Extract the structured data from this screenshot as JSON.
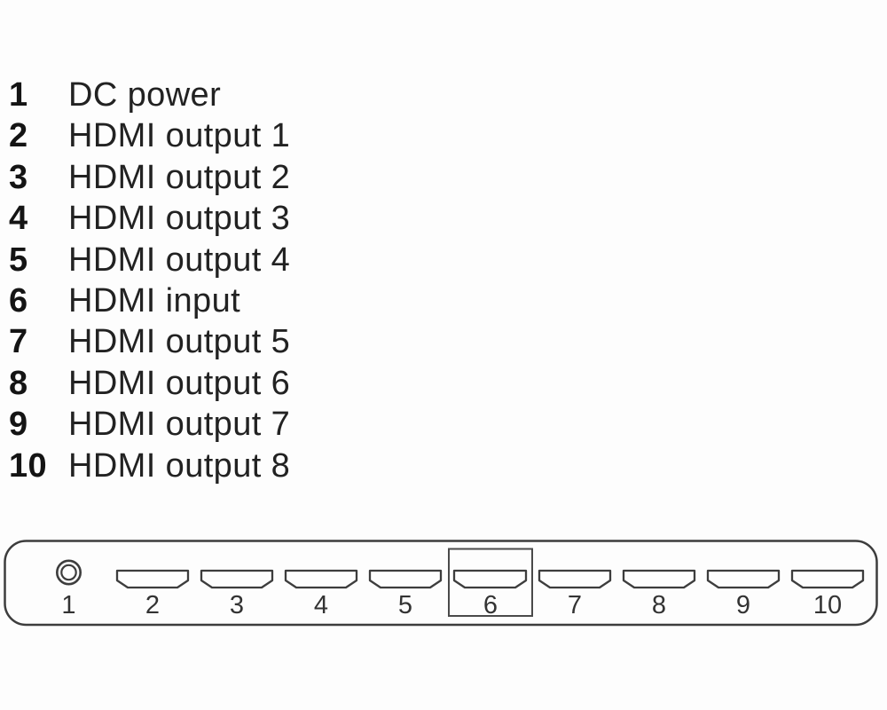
{
  "legend": {
    "items": [
      {
        "num": "1",
        "label": "DC power"
      },
      {
        "num": "2",
        "label": "HDMI output 1"
      },
      {
        "num": "3",
        "label": "HDMI output 2"
      },
      {
        "num": "4",
        "label": "HDMI output 3"
      },
      {
        "num": "5",
        "label": "HDMI output 4"
      },
      {
        "num": "6",
        "label": "HDMI input"
      },
      {
        "num": "7",
        "label": "HDMI output 5"
      },
      {
        "num": "8",
        "label": "HDMI output 6"
      },
      {
        "num": "9",
        "label": "HDMI output 7"
      },
      {
        "num": "10",
        "label": "HDMI output 8"
      }
    ]
  },
  "panel": {
    "ports": [
      {
        "number": "1",
        "type": "dc-power-jack"
      },
      {
        "number": "2",
        "type": "hdmi-output"
      },
      {
        "number": "3",
        "type": "hdmi-output"
      },
      {
        "number": "4",
        "type": "hdmi-output"
      },
      {
        "number": "5",
        "type": "hdmi-output"
      },
      {
        "number": "6",
        "type": "hdmi-input",
        "highlighted": true
      },
      {
        "number": "7",
        "type": "hdmi-output"
      },
      {
        "number": "8",
        "type": "hdmi-output"
      },
      {
        "number": "9",
        "type": "hdmi-output"
      },
      {
        "number": "10",
        "type": "hdmi-output"
      }
    ]
  },
  "colors": {
    "background": "#fdfdfd",
    "text": "#1f1f1f",
    "line": "#3d3d3d"
  }
}
